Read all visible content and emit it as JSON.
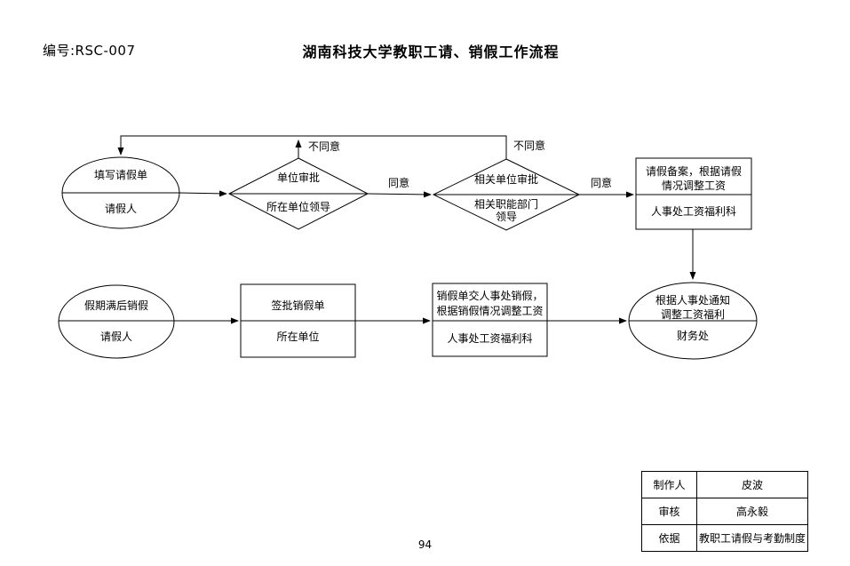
{
  "page": {
    "doc_number": "编号:RSC-007",
    "title": "湖南科技大学教职工请、销假工作流程",
    "page_number": "94"
  },
  "flowchart": {
    "nodes": {
      "fill_leave_form": {
        "action": "填写请假单",
        "actor": "请假人"
      },
      "unit_approval": {
        "action": "单位审批",
        "actor": "所在单位领导"
      },
      "related_unit_approval": {
        "action": "相关单位审批",
        "actor_line1": "相关职能部门",
        "actor_line2": "领导"
      },
      "leave_record": {
        "action_line1": "请假备案，根据请假",
        "action_line2": "情况调整工资",
        "actor": "人事处工资福利科"
      },
      "report_back": {
        "action": "假期满后销假",
        "actor": "请假人"
      },
      "sign_cancel_form": {
        "action": "签批销假单",
        "actor": "所在单位"
      },
      "submit_cancel_form": {
        "action_line1": "销假单交人事处销假，",
        "action_line2": "根据销假情况调整工资",
        "actor": "人事处工资福利科"
      },
      "adjust_welfare": {
        "action_line1": "根据人事处通知",
        "action_line2": "调整工资福利",
        "actor": "财务处"
      }
    },
    "edge_labels": {
      "agree1": "同意",
      "agree2": "同意",
      "disagree1": "不同意",
      "disagree2": "不同意"
    }
  },
  "info_table": {
    "rows": [
      {
        "label": "制作人",
        "value": "皮波"
      },
      {
        "label": "审核",
        "value": "高永毅"
      },
      {
        "label": "依据",
        "value": "教职工请假与考勤制度"
      }
    ]
  }
}
